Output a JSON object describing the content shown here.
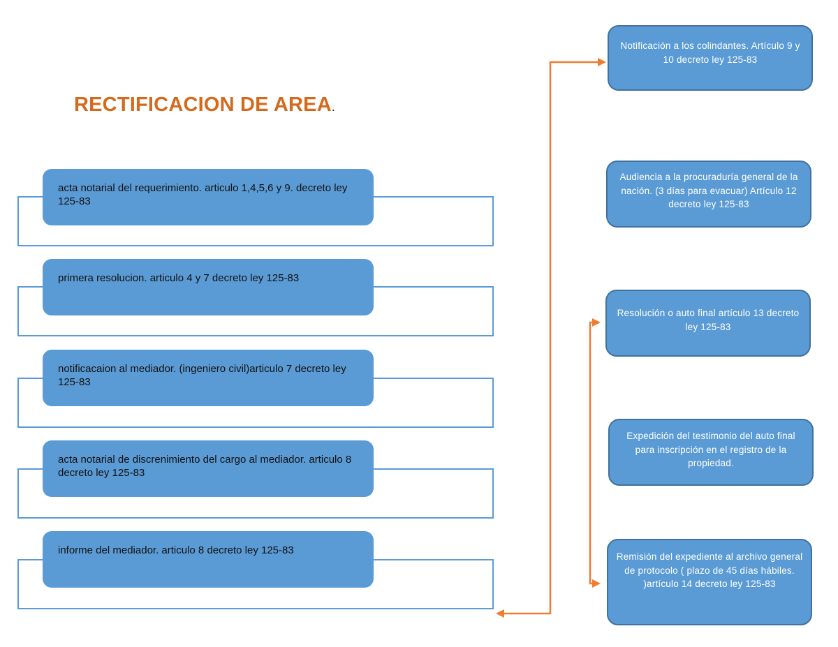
{
  "title": "RECTIFICACION DE AREA",
  "title_suffix": ".",
  "colors": {
    "title": "#D46A1E",
    "box_fill": "#5B9BD5",
    "box_border": "#41719C",
    "frame": "#5B9BD5",
    "connector": "#ED7D31"
  },
  "left_steps": [
    {
      "text": "acta notarial del requerimiento. articulo 1,4,5,6 y 9. decreto ley 125-83"
    },
    {
      "text": "primera resolucion. articulo 4 y 7 decreto ley 125-83"
    },
    {
      "text": "notificacaion al mediador. (ingeniero civil)articulo 7 decreto ley 125-83"
    },
    {
      "text": "acta notarial de discrenimiento del cargo al mediador. articulo 8 decreto ley 125-83"
    },
    {
      "text": "informe del mediador. articulo 8 decreto ley 125-83"
    }
  ],
  "right_steps": [
    {
      "text": "Notificación a los colindantes. Artículo 9 y 10 decreto ley 125-83"
    },
    {
      "text": "Audiencia a la procuraduría general de la nación. (3 días para evacuar) Artículo 12 decreto ley 125-83"
    },
    {
      "text": "Resolución o auto final artículo 13 decreto ley 125-83"
    },
    {
      "text": "Expedición del testimonio del auto final para inscripción en el registro de la propiedad."
    },
    {
      "text": "Remisión del expediente al archivo general de protocolo ( plazo de 45 días hábiles. )artículo 14 decreto ley 125-83"
    }
  ]
}
